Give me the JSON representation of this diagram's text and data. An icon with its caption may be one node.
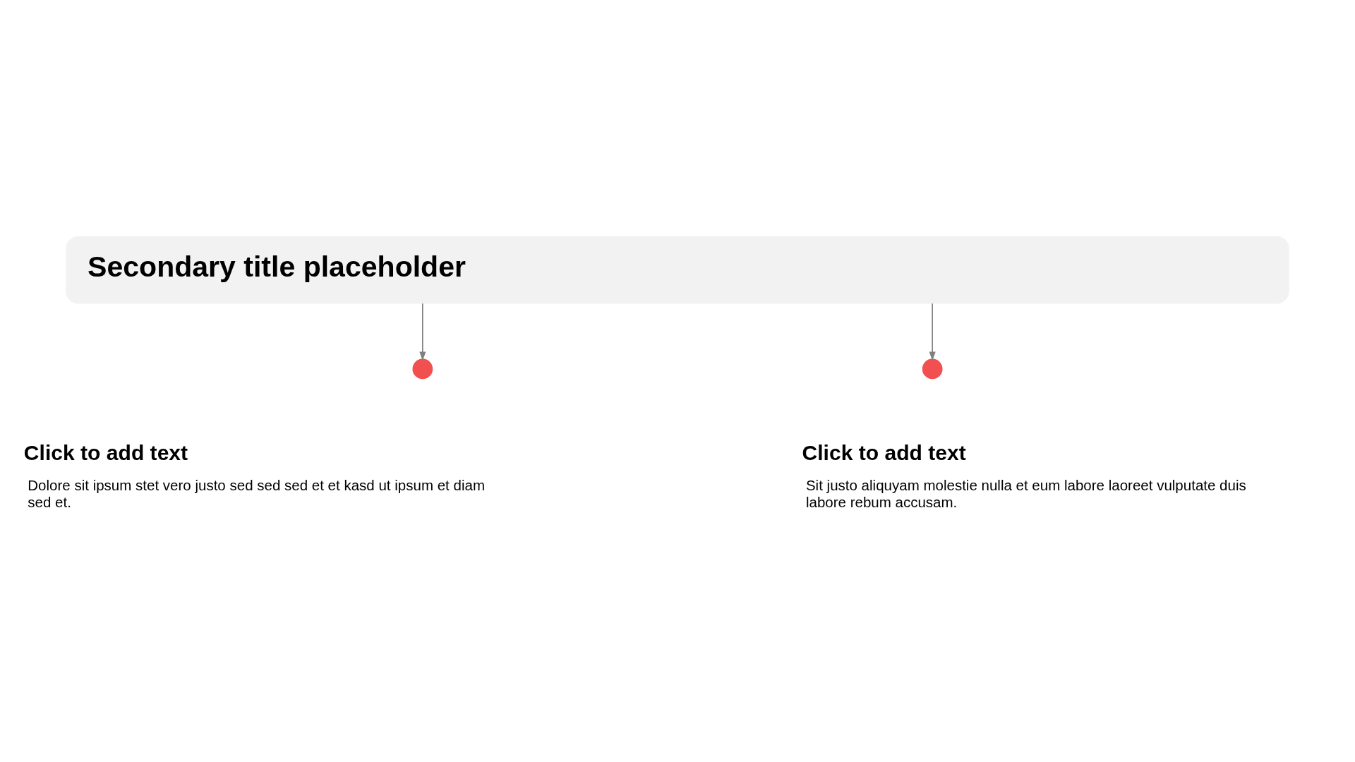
{
  "diagram": {
    "nodes": [
      {
        "text": [
          "Secondary title placeholder"
        ]
      },
      {
        "text": [],
        "shape": "circle",
        "beside": [
          "Click to add text",
          "Dolore sit ipsum stet vero justo sed sed sed et et kasd ut ipsum et diam sed et."
        ]
      },
      {
        "text": [],
        "shape": "circle",
        "beside": [
          "Click to add text",
          "Sit justo aliquyam molestie nulla et eum labore laoreet vulputate duis labore rebum accusam."
        ]
      }
    ],
    "edges": [
      {
        "from": 0,
        "to": 1,
        "arrow": "to"
      },
      {
        "from": 0,
        "to": 2,
        "arrow": "to"
      }
    ]
  }
}
